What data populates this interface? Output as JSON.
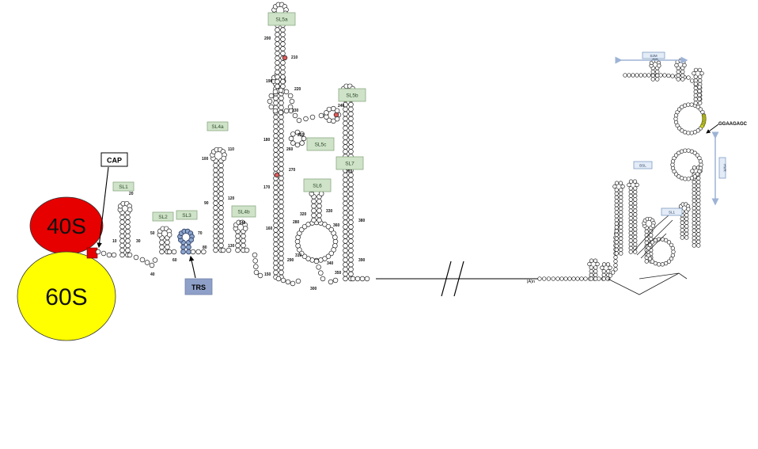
{
  "ribosome": {
    "small_subunit": "40S",
    "large_subunit": "60S",
    "small_color": "#e60000",
    "large_color": "#ffff00"
  },
  "cap_label": "CAP",
  "cap_color": "#e60000",
  "trs_label": "TRS",
  "trs_color": "#8fa0c8",
  "stem_loops_5utr": [
    "SL1",
    "SL2",
    "SL3",
    "SL4a",
    "SL4b",
    "SL5a",
    "SL5b",
    "SL5c",
    "SL6",
    "SL7"
  ],
  "positions_5utr": [
    "10",
    "20",
    "30",
    "40",
    "50",
    "60",
    "70",
    "80",
    "90",
    "100",
    "110",
    "120",
    "130",
    "140",
    "150",
    "160",
    "170",
    "180",
    "190",
    "200",
    "210",
    "220",
    "230",
    "240",
    "250",
    "260",
    "270",
    "280",
    "290",
    "300",
    "310",
    "320",
    "330",
    "340",
    "350",
    "360",
    "370",
    "380",
    "390"
  ],
  "utr3": {
    "poly_a": "(A)n",
    "s2m_label": "S2M",
    "hvr_label": "HVR",
    "bsl_label": "BSL",
    "sl1_label": "SL1",
    "octanucleotide": "GGAAGAGC"
  }
}
